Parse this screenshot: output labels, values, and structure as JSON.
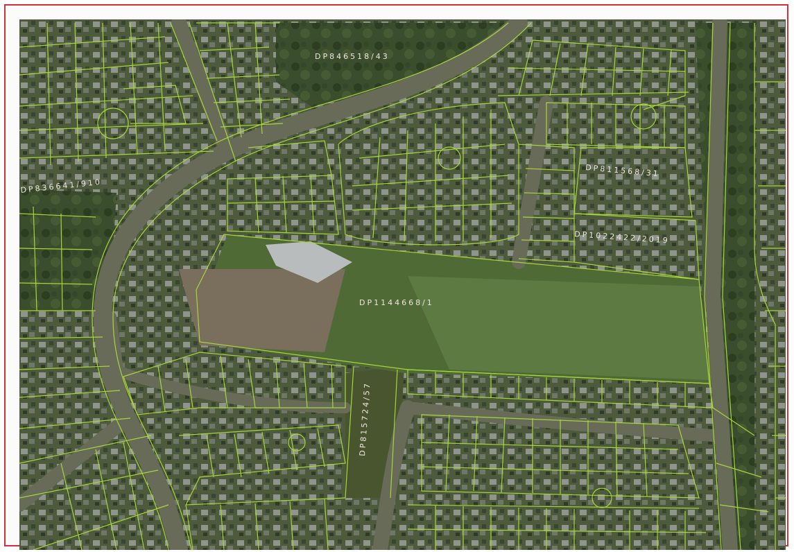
{
  "map": {
    "title": "",
    "colors": {
      "frame": "#d0313a",
      "boundary": "#a8d63a",
      "vegetation": "#3a4d2c",
      "open_field": "#4f6a35",
      "road": "#676b58",
      "label": "#f0e6e0"
    },
    "labels": [
      {
        "id": "dp846518",
        "text": "DP846518/43"
      },
      {
        "id": "dp836641",
        "text": "DP836641/910"
      },
      {
        "id": "dp811568",
        "text": "DP811568/31"
      },
      {
        "id": "dp1022422",
        "text": "DP1022422/2019"
      },
      {
        "id": "dp1144668",
        "text": "DP1144668/1"
      },
      {
        "id": "dp815724",
        "text": "DP815724/57"
      }
    ]
  }
}
